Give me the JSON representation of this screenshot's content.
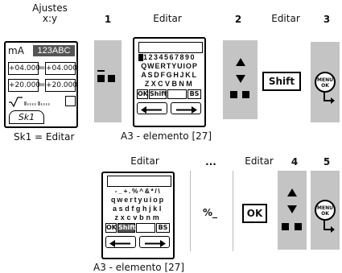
{
  "row1": {
    "header_ajustes": "Ajustes",
    "header_xy": "x:y",
    "step1": "1",
    "header_editar1": "Editar",
    "step2": "2",
    "header_editar2": "Editar",
    "step3": "3",
    "caption_sk1": "Sk1 = Editar",
    "caption_a3": "A3 - elemento [27]",
    "shift_key": "Shift"
  },
  "device1": {
    "unit": "mA",
    "mode": "123ABC",
    "r1_left": "+04.000",
    "r1_eq": "=",
    "r1_right": "+04.000",
    "r2_left": "+20.000",
    "r2_eq": "=",
    "r2_right": "+20.000",
    "softkey": "Sk1"
  },
  "kb1": {
    "row1": "1234567890",
    "row2": "QWERTYUIOP",
    "row3": "ASDFGHJKL",
    "row4": "ZXCVBNM",
    "ok": "OK",
    "shift": "Shift",
    "bs": "BS"
  },
  "row2": {
    "header_editar": "Editar",
    "ellipsis": "...",
    "header_editar2": "Editar",
    "step4": "4",
    "step5": "5",
    "caption_a3": "A3 - elemento [27]",
    "symbol_input": "%_",
    "ok_key": "OK"
  },
  "kb2": {
    "row1": "-_+.%^&*/\\",
    "row2": "qwertyuiop",
    "row3": "asdfghjkl",
    "row4": "zxcvbnm",
    "ok": "OK",
    "shift": "Shift",
    "bs": "BS"
  },
  "menu_key": {
    "line1": "MENU",
    "line2": "OK"
  },
  "icons": [
    "up-triangle-icon",
    "down-triangle-icon",
    "return-arrow-icon",
    "left-arrow-icon",
    "right-arrow-icon",
    "check-icon"
  ]
}
